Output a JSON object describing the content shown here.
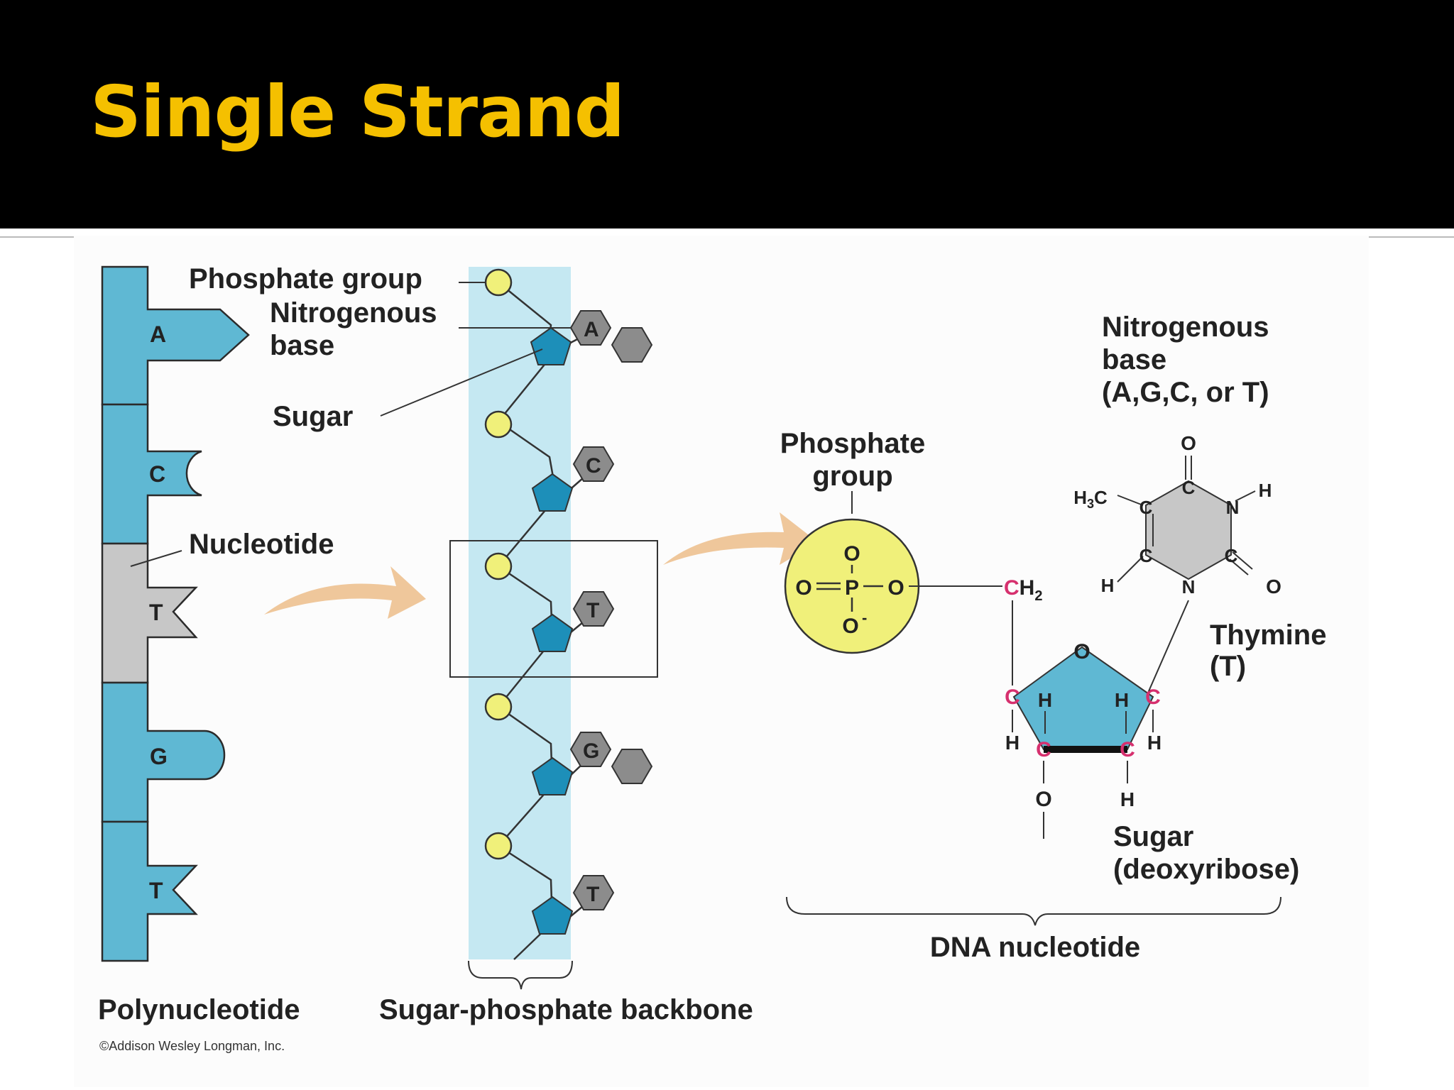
{
  "slide": {
    "title": "Single Strand",
    "colors": {
      "header_bg": "#000000",
      "title": "#f5c000",
      "backbone_blue": "#5fb8d3",
      "nucleotide_grey": "#c7c7c7",
      "backbone_band": "#c5e8f2",
      "phosphate_yellow": "#f0f07a",
      "sugar_teal": "#1d8fb9",
      "base_grey": "#8c8c8c",
      "arrow_tan": "#efc79b",
      "carbon_pink": "#d6306e"
    }
  },
  "figure": {
    "polynucleotide": {
      "bases": [
        "A",
        "C",
        "T",
        "G",
        "T"
      ],
      "nucleotide_label": "Nucleotide",
      "caption": "Polynucleotide"
    },
    "backbone": {
      "labels": {
        "phosphate_group": "Phosphate group",
        "nitrogenous_base_1": "Nitrogenous",
        "nitrogenous_base_2": "base",
        "sugar": "Sugar"
      },
      "bases": [
        "A",
        "C",
        "T",
        "G",
        "T"
      ],
      "caption": "Sugar-phosphate backbone"
    },
    "nucleotide": {
      "phosphate_label_1": "Phosphate",
      "phosphate_label_2": "group",
      "phosphate_atoms": {
        "o_top": "O",
        "o_left": "O",
        "p": "P",
        "o_right": "O",
        "o_bottom": "O",
        "o_bottom_charge": "-"
      },
      "ch2": {
        "c": "C",
        "h": "H",
        "sub": "2"
      },
      "base_label_1": "Nitrogenous",
      "base_label_2": "base",
      "base_label_3": "(A,G,C, or T)",
      "thymine_atoms": {
        "o_top": "O",
        "c_top": "C",
        "n_right": "N",
        "h_right": "H",
        "h3c_h": "H",
        "h3c_sub": "3",
        "h3c_c": "C",
        "c_left_top": "C",
        "c_left_bottom": "C",
        "h_left": "H",
        "n_bottom": "N",
        "c_right_bottom": "C",
        "o_right": "O"
      },
      "thymine_label_1": "Thymine",
      "thymine_label_2": "(T)",
      "sugar_atoms": {
        "o_ring": "O",
        "c4": "C",
        "c1": "C",
        "c3": "C",
        "c2": "C",
        "h4": "H",
        "h1": "H",
        "h3a": "H",
        "h2a": "H",
        "h2b": "H",
        "o3": "O"
      },
      "sugar_label_1": "Sugar",
      "sugar_label_2": "(deoxyribose)",
      "caption": "DNA nucleotide"
    },
    "copyright": "©Addison Wesley Longman, Inc."
  }
}
